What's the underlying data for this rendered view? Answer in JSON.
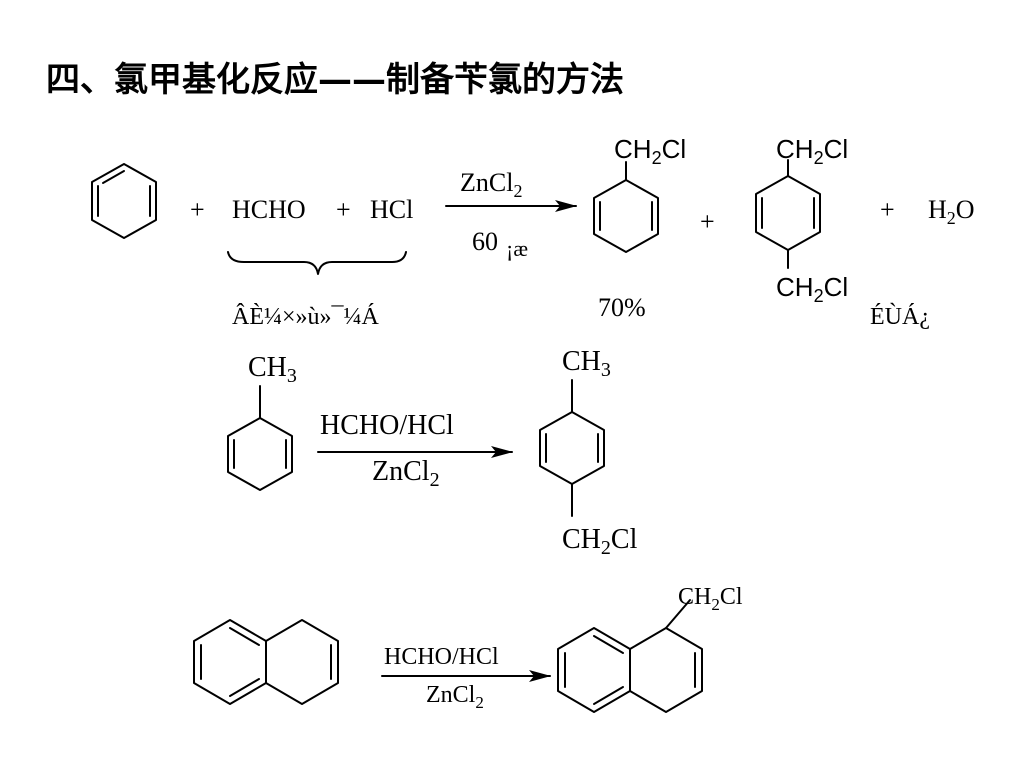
{
  "title": "四、氯甲基化反应——制备苄氯的方法",
  "reaction1": {
    "plus": "+",
    "hcho": "HCHO",
    "hcl": "HCl",
    "cat_main": "ZnCl",
    "cat_sub": "2",
    "temp_value": "60",
    "temp_unit": "¡æ",
    "brace_label": "ÂÈ¼×»ù»¯¼Á",
    "prod1_sub_a": "CH",
    "prod1_sub_sub": "2",
    "prod1_sub_b": "Cl",
    "yield": "70%",
    "prod2_top_a": "CH",
    "prod2_top_sub": "2",
    "prod2_top_b": "Cl",
    "prod2_bot_a": "CH",
    "prod2_bot_sub": "2",
    "prod2_bot_b": "Cl",
    "prod2_label": "ÉÙÁ¿",
    "water_a": "H",
    "water_sub": "2",
    "water_b": "O"
  },
  "reaction2": {
    "sm_sub_a": "CH",
    "sm_sub_sub": "3",
    "reagent": "HCHO/HCl",
    "cat_main": "ZnCl",
    "cat_sub": "2",
    "prod_top_a": "CH",
    "prod_top_sub": "3",
    "prod_bot_a": "CH",
    "prod_bot_sub": "2",
    "prod_bot_b": "Cl"
  },
  "reaction3": {
    "reagent": "HCHO/HCl",
    "cat_main": "ZnCl",
    "cat_sub": "2",
    "prod_sub_a": "CH",
    "prod_sub_sub": "2",
    "prod_sub_b": "Cl"
  }
}
